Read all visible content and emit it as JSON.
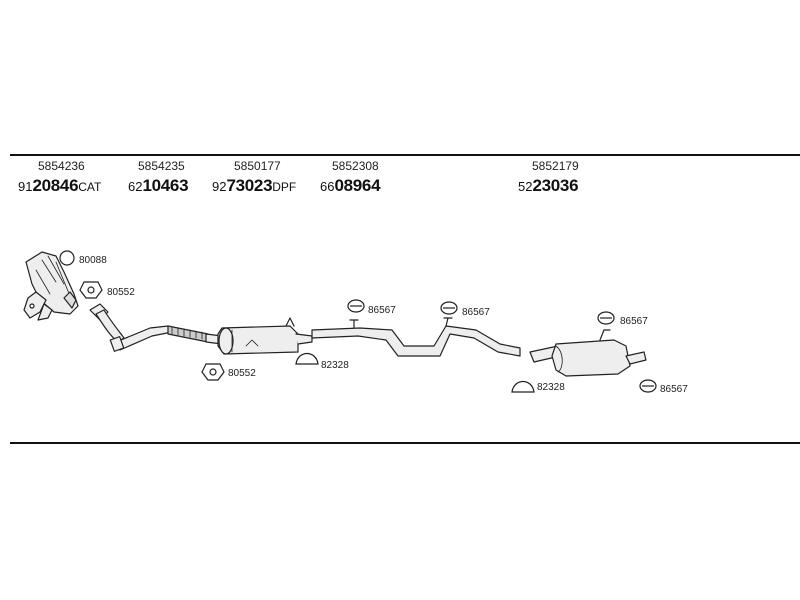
{
  "parts": [
    {
      "ref": "5854236",
      "prefix": "91",
      "number": "20846",
      "suffix": "CAT"
    },
    {
      "ref": "5854235",
      "prefix": "62",
      "number": "10463",
      "suffix": ""
    },
    {
      "ref": "5850177",
      "prefix": "92",
      "number": "73023",
      "suffix": "DPF"
    },
    {
      "ref": "5852308",
      "prefix": "66",
      "number": "08964",
      "suffix": ""
    },
    {
      "ref": "5852179",
      "prefix": "52",
      "number": "23036",
      "suffix": ""
    }
  ],
  "callouts": [
    {
      "id": "c1",
      "label": "80088",
      "icon": "o-ring-icon"
    },
    {
      "id": "c2",
      "label": "80552",
      "icon": "gasket-icon"
    },
    {
      "id": "c3",
      "label": "80552",
      "icon": "gasket-icon"
    },
    {
      "id": "c4",
      "label": "82328",
      "icon": "clamp-icon"
    },
    {
      "id": "c5",
      "label": "86567",
      "icon": "rubber-hanger-icon"
    },
    {
      "id": "c6",
      "label": "86567",
      "icon": "rubber-hanger-icon"
    },
    {
      "id": "c7",
      "label": "86567",
      "icon": "rubber-hanger-icon"
    },
    {
      "id": "c8",
      "label": "82328",
      "icon": "clamp-icon"
    },
    {
      "id": "c9",
      "label": "86567",
      "icon": "rubber-hanger-icon"
    }
  ]
}
